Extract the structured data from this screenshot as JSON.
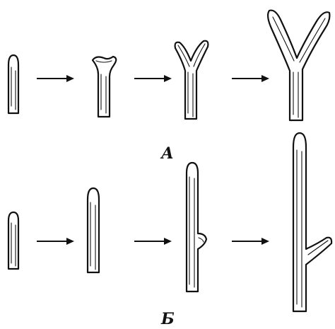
{
  "panels": {
    "top": {
      "label": "А",
      "description_type": "dichotomous-branching"
    },
    "bottom": {
      "label": "Б",
      "description_type": "monopodial-branching"
    }
  }
}
